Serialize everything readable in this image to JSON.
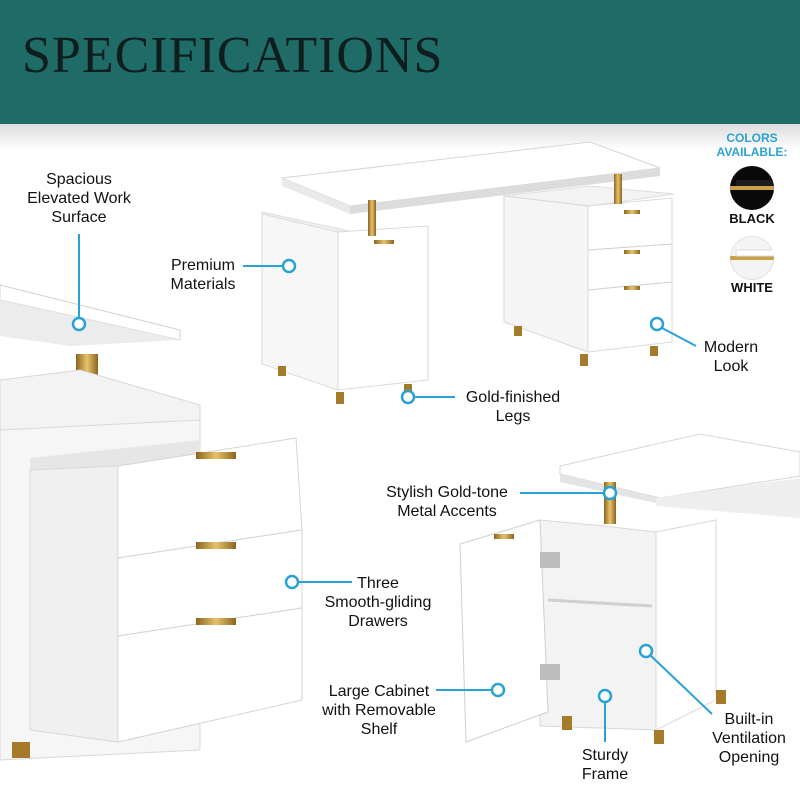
{
  "header": {
    "title": "SPECIFICATIONS",
    "bg_color": "#1f6b68"
  },
  "accent_color": "#2aa2d4",
  "colors_panel": {
    "heading_line1": "COLORS",
    "heading_line2": "AVAILABLE:",
    "options": [
      {
        "name": "BLACK",
        "color": "#0a0a0a"
      },
      {
        "name": "WHITE",
        "color": "#f4f4f4"
      }
    ]
  },
  "features": [
    {
      "lines": [
        "Spacious",
        "Elevated Work",
        "Surface"
      ]
    },
    {
      "lines": [
        "Premium",
        "Materials"
      ]
    },
    {
      "lines": [
        "Gold-finished",
        "Legs"
      ]
    },
    {
      "lines": [
        "Modern",
        "Look"
      ]
    },
    {
      "lines": [
        "Stylish Gold-tone",
        "Metal Accents"
      ]
    },
    {
      "lines": [
        "Three",
        "Smooth-gliding",
        "Drawers"
      ]
    },
    {
      "lines": [
        "Large Cabinet",
        "with Removable",
        "Shelf"
      ]
    },
    {
      "lines": [
        "Sturdy",
        "Frame"
      ]
    },
    {
      "lines": [
        "Built-in",
        "Ventilation",
        "Opening"
      ]
    }
  ]
}
